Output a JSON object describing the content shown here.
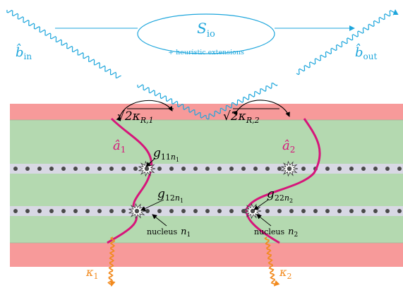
{
  "colors": {
    "io": "#1ea6dc",
    "cavity": "#d6157a",
    "decay": "#f28a1e",
    "mirror": "#f79a9a",
    "guide": "#b4d9b0",
    "chain": "#d8d8e4",
    "atom": "#4a4a4a",
    "arrow": "#000000"
  },
  "io_box": {
    "symbol": "S",
    "sub": "io",
    "extensions": "+ heuristic extensions"
  },
  "input": {
    "symbol": "b̂",
    "sub": "in"
  },
  "output": {
    "symbol": "b̂",
    "sub": "out"
  },
  "modes": [
    {
      "symbol": "â",
      "sub": "1"
    },
    {
      "symbol": "â",
      "sub": "2"
    }
  ],
  "couplings": [
    {
      "symbol": "g",
      "sub": "11",
      "subsub": "1"
    },
    {
      "symbol": "g",
      "sub": "12",
      "subsub": "1"
    },
    {
      "symbol": "g",
      "sub": "22",
      "subsub": "2"
    }
  ],
  "radiative": [
    {
      "root": "√",
      "symbol": "2κ",
      "sub": "R,1"
    },
    {
      "root": "√",
      "symbol": "2κ",
      "sub": "R,2"
    }
  ],
  "nuclei": [
    {
      "word": "nucleus",
      "symbol": "n",
      "sub": "1"
    },
    {
      "word": "nucleus",
      "symbol": "n",
      "sub": "2"
    }
  ],
  "decays": [
    {
      "symbol": "κ",
      "sub": "1"
    },
    {
      "symbol": "κ",
      "sub": "2"
    }
  ]
}
